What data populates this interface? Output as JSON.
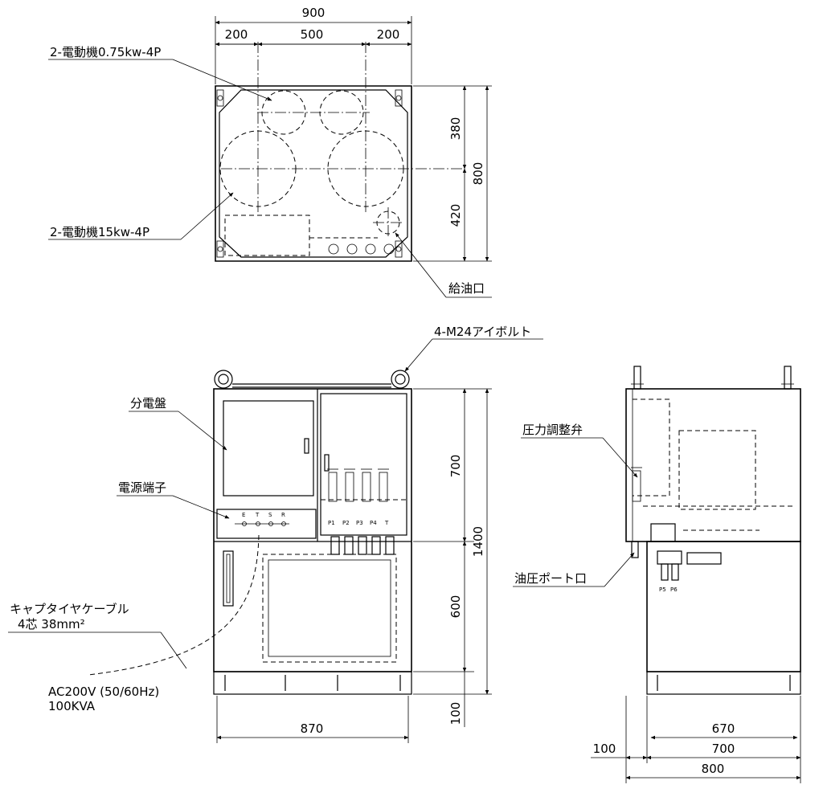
{
  "top_view": {
    "dim_overall_width": "900",
    "dim_left": "200",
    "dim_center": "500",
    "dim_right": "200",
    "dim_depth": "800",
    "dim_upper": "380",
    "dim_lower": "420",
    "label_small_motors": "2-電動機0.75kw-4P",
    "label_large_motors": "2-電動機15kw-4P",
    "label_oil_inlet": "給油口"
  },
  "front_view": {
    "label_eyebolt": "4-M24アイボルト",
    "label_panel": "分電盤",
    "label_power_terminal": "電源端子",
    "label_cable": "キャプタイヤケーブル",
    "label_cable_spec": "4芯 38mm²",
    "label_power_supply": "AC200V (50/60Hz)",
    "label_capacity": "100KVA",
    "terminals": [
      "E",
      "T",
      "S",
      "R"
    ],
    "ports": [
      "P1",
      "P2",
      "P3",
      "P4",
      "T"
    ],
    "dim_upper": "700",
    "dim_total": "1400",
    "dim_lower": "600",
    "dim_base": "100",
    "dim_width": "870"
  },
  "side_view": {
    "label_relief_valve": "圧力調整弁",
    "label_port": "油圧ポート口",
    "ports": [
      "P5",
      "P6"
    ],
    "dim_670": "670",
    "dim_700": "700",
    "dim_100": "100",
    "dim_800": "800"
  }
}
